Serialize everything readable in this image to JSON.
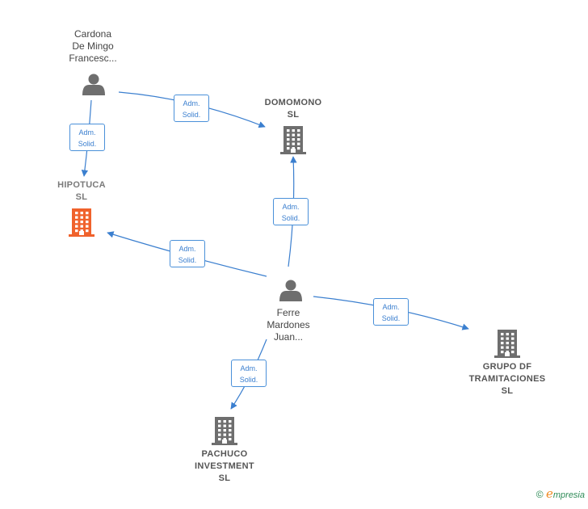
{
  "nodes": {
    "cardona": {
      "type": "person",
      "lines": [
        "Cardona",
        "De Mingo",
        "Francesc..."
      ]
    },
    "hipotuca": {
      "type": "company",
      "focus": true,
      "lines": [
        "HIPOTUCA",
        "SL"
      ],
      "color": "#f0622c"
    },
    "domomono": {
      "type": "company",
      "lines": [
        "DOMOMONO",
        "SL"
      ],
      "color": "#6e6e6e"
    },
    "ferre": {
      "type": "person",
      "lines": [
        "Ferre",
        "Mardones",
        "Juan..."
      ]
    },
    "grupo": {
      "type": "company",
      "lines": [
        "GRUPO DF",
        "TRAMITACIONES",
        "SL"
      ],
      "color": "#6e6e6e"
    },
    "pachuco": {
      "type": "company",
      "lines": [
        "PACHUCO",
        "INVESTMENT",
        "SL"
      ],
      "color": "#6e6e6e"
    }
  },
  "edges": [
    {
      "id": "cardona-domomono",
      "from": "cardona",
      "to": "domomono",
      "label": [
        "Adm.",
        "Solid."
      ]
    },
    {
      "id": "cardona-hipotuca",
      "from": "cardona",
      "to": "hipotuca",
      "label": [
        "Adm.",
        "Solid."
      ]
    },
    {
      "id": "ferre-domomono",
      "from": "ferre",
      "to": "domomono",
      "label": [
        "Adm.",
        "Solid."
      ]
    },
    {
      "id": "ferre-hipotuca",
      "from": "ferre",
      "to": "hipotuca",
      "label": [
        "Adm.",
        "Solid."
      ]
    },
    {
      "id": "ferre-grupo",
      "from": "ferre",
      "to": "grupo",
      "label": [
        "Adm.",
        "Solid."
      ]
    },
    {
      "id": "ferre-pachuco",
      "from": "ferre",
      "to": "pachuco",
      "label": [
        "Adm.",
        "Solid."
      ]
    }
  ],
  "colors": {
    "edge": "#3b7fcf",
    "person_icon": "#6e6e6e"
  },
  "footer": {
    "copyright": "©",
    "brand_initial": "e",
    "brand_rest": "mpresia"
  }
}
